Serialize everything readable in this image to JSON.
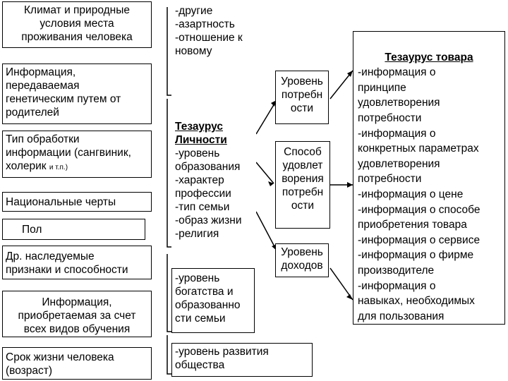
{
  "left_boxes": [
    {
      "id": "climate",
      "text": "Климат и природные\nусловия места\nпроживания человека"
    },
    {
      "id": "genetic",
      "text": "Информация,\nпередаваемая\nгенетическим путем от\nродителей"
    },
    {
      "id": "temperament",
      "text": "Тип обработки\nинформации (сангвиник,\nхолерик ",
      "small": "и т.п.)"
    },
    {
      "id": "national",
      "text": "Национальные черты"
    },
    {
      "id": "gender",
      "text": "Пол"
    },
    {
      "id": "inherited",
      "text": "Др. наследуемые\nпризнаки и способности"
    },
    {
      "id": "education",
      "text": "Информация,\nприобретаемая за счет\nвсех видов обучения"
    },
    {
      "id": "lifespan",
      "text": "Срок жизни человека\n(возраст)"
    }
  ],
  "middle_boxes": [
    {
      "id": "other",
      "text": "-другие\n-азартность\n-отношение к\nновому"
    },
    {
      "id": "personality",
      "title": "Тезаурус\nЛичности",
      "text": "-уровень\nобразования\n-характер\nпрофессии\n-тип семьи\n-образ жизни\n-религия"
    },
    {
      "id": "wealth",
      "text": "-уровень\nбогатства и\nобразованно\nсти семьи"
    },
    {
      "id": "society",
      "text": "-уровень развития\nобщества"
    }
  ],
  "right_boxes": [
    {
      "id": "needs",
      "text": "Уровень\nпотребн\nости"
    },
    {
      "id": "satisfaction",
      "text": "Способ\nудовлет\nворения\nпотребн\nости"
    },
    {
      "id": "income",
      "text": "Уровень\nдоходов"
    }
  ],
  "product": {
    "title": "Тезаурус товара",
    "text": "-информация о\nпринципе\nудовлетворения\nпотребности\n-информация о\nконкретных параметрах\nудовлетворения\nпотребности\n-информация о цене\n-информация о способе\nприобретения товара\n-информация о сервисе\n-информация о фирме\nпроизводителе\n-информация о\nнавыках, необходимых\nдля пользования\nтоваром."
  }
}
